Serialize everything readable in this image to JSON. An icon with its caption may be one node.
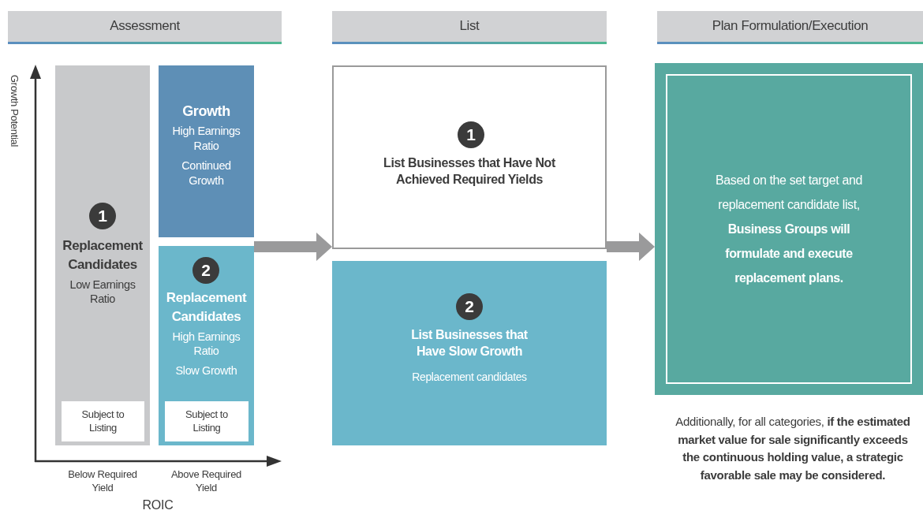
{
  "diagram": {
    "nodes": [
      {
        "text": [
          "Assessment"
        ]
      },
      {
        "text": [
          "List"
        ]
      },
      {
        "text": [
          "Plan Formulation/Execution"
        ]
      },
      {
        "text": [
          "Replacement Candidates",
          "Low Earnings Ratio"
        ]
      },
      {
        "text": [
          "1"
        ],
        "in": 3
      },
      {
        "text": [
          "Subject to Listing"
        ],
        "in": 3
      },
      {
        "text": [
          "Growth",
          "High Earnings Ratio",
          "Continued Growth"
        ]
      },
      {
        "text": [
          "Replacement Candidates",
          "High Earnings Ratio",
          "Slow Growth"
        ]
      },
      {
        "text": [
          "2"
        ],
        "in": 7
      },
      {
        "text": [
          "Subject to Listing"
        ],
        "in": 7
      },
      {
        "text": [
          "List Businesses that Have Not Achieved Required Yields"
        ]
      },
      {
        "text": [
          "1"
        ],
        "in": 10
      },
      {
        "text": [
          "List Businesses that Have Slow Growth",
          "Replacement candidates"
        ]
      },
      {
        "text": [
          "2"
        ],
        "in": 12
      },
      {
        "text": [
          "Based on the set target and replacement candidate list, **Business Groups will formulate and execute replacement plans.**"
        ]
      }
    ],
    "edges": [
      {
        "from": 7,
        "to": 10,
        "arrow": "to"
      },
      {
        "from": 10,
        "to": 14,
        "arrow": "to"
      }
    ],
    "labels": [
      "Growth Potential",
      "Below Required Yield",
      "Above Required Yield",
      "ROIC",
      "Additionally, for all categories, **if the estimated market value for sale significantly exceeds the continuous holding value, a strategic favorable sale may be considered.**"
    ]
  }
}
